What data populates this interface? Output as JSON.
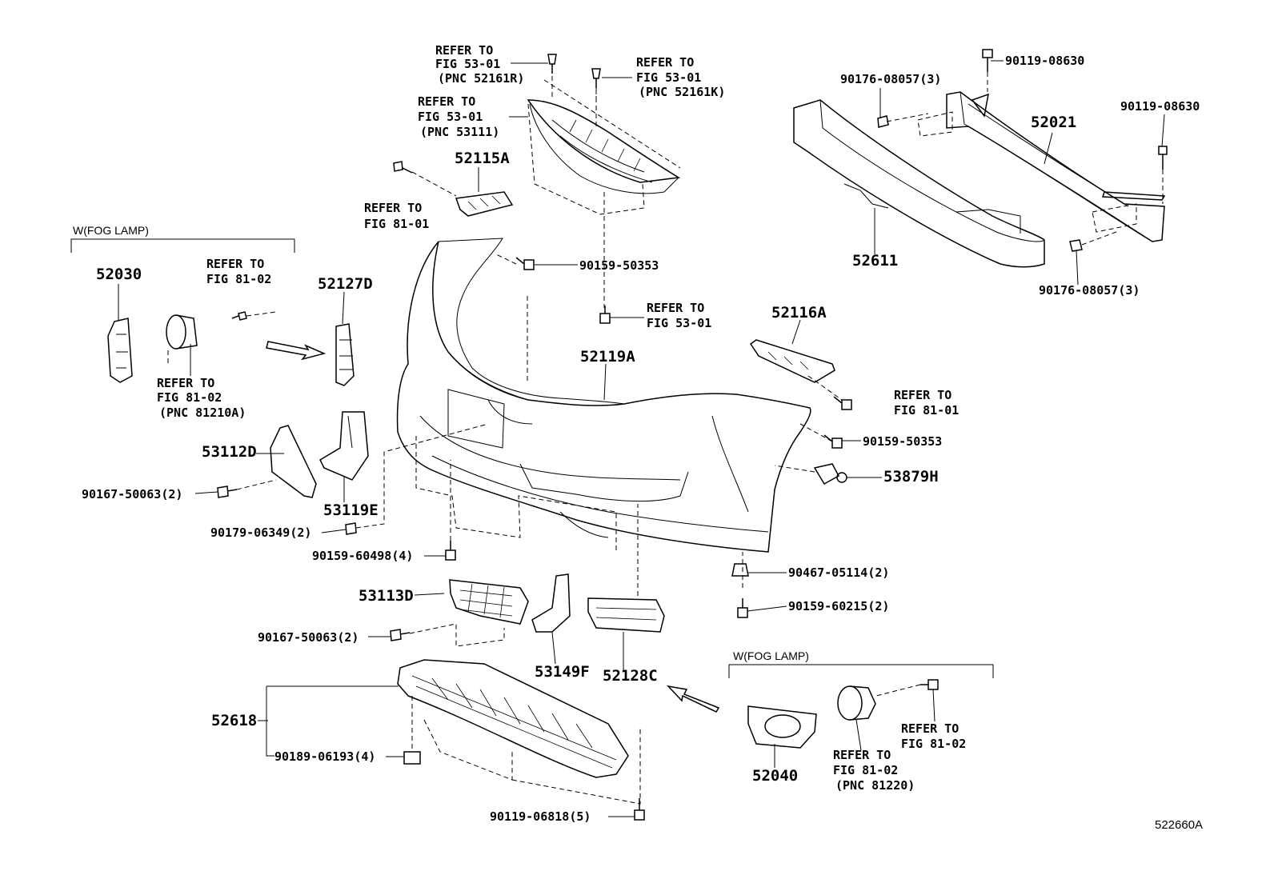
{
  "diagram_id": "522660A",
  "groups": {
    "fog_left": "W(FOG LAMP)",
    "fog_right": "W(FOG LAMP)"
  },
  "parts": {
    "p52030": "52030",
    "p52127D": "52127D",
    "p52115A": "52115A",
    "p52116A": "52116A",
    "p52119A": "52119A",
    "p52021": "52021",
    "p52611": "52611",
    "p53112D": "53112D",
    "p53119E": "53119E",
    "p53879H": "53879H",
    "p53113D": "53113D",
    "p53149F": "53149F",
    "p52128C": "52128C",
    "p52618": "52618",
    "p52040": "52040"
  },
  "fasteners": {
    "f90119_08630_a": "90119-08630",
    "f90119_08630_b": "90119-08630",
    "f90176_08057_a": "90176-08057(3)",
    "f90176_08057_b": "90176-08057(3)",
    "f90159_50353_a": "90159-50353",
    "f90159_50353_b": "90159-50353",
    "f90167_50063_a": "90167-50063(2)",
    "f90167_50063_b": "90167-50063(2)",
    "f90179_06349": "90179-06349(2)",
    "f90159_60498": "90159-60498(4)",
    "f90467_05114": "90467-05114(2)",
    "f90159_60215": "90159-60215(2)",
    "f90189_06193": "90189-06193(4)",
    "f90119_06818": "90119-06818(5)"
  },
  "refs": {
    "r1": [
      "REFER TO",
      "FIG 53-01",
      "(PNC 52161R)"
    ],
    "r2": [
      "REFER TO",
      "FIG 53-01",
      "(PNC 52161K)"
    ],
    "r3": [
      "REFER TO",
      "FIG 53-01",
      "(PNC 53111)"
    ],
    "r4": [
      "REFER TO",
      "FIG 81-01"
    ],
    "r5": [
      "REFER TO",
      "FIG 81-02"
    ],
    "r6": [
      "REFER TO",
      "FIG 81-02",
      "(PNC 81210A)"
    ],
    "r7": [
      "REFER TO",
      "FIG 53-01"
    ],
    "r8": [
      "REFER TO",
      "FIG 81-01"
    ],
    "r9": [
      "REFER TO",
      "FIG 81-02"
    ],
    "r10": [
      "REFER TO",
      "FIG 81-02",
      "(PNC 81220)"
    ]
  }
}
